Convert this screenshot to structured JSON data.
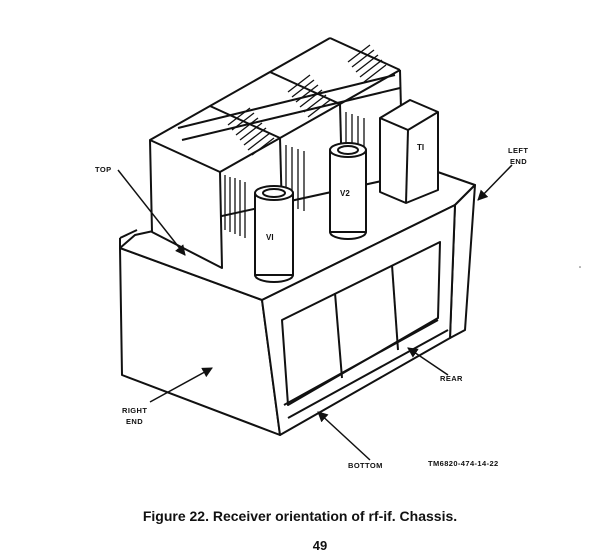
{
  "figure": {
    "callouts": {
      "top": "TOP",
      "left_end_line1": "LEFT",
      "left_end_line2": "END",
      "right_end_line1": "RIGHT",
      "right_end_line2": "END",
      "rear": "REAR",
      "bottom": "BOTTOM"
    },
    "components": {
      "tube_v1": "VI",
      "tube_v2": "V2",
      "transformer_t1": "TI"
    },
    "drawing_number": "TM6820-474-14-22"
  },
  "caption": "Figure 22.  Receiver orientation of rf-if. Chassis.",
  "page_number": "49"
}
